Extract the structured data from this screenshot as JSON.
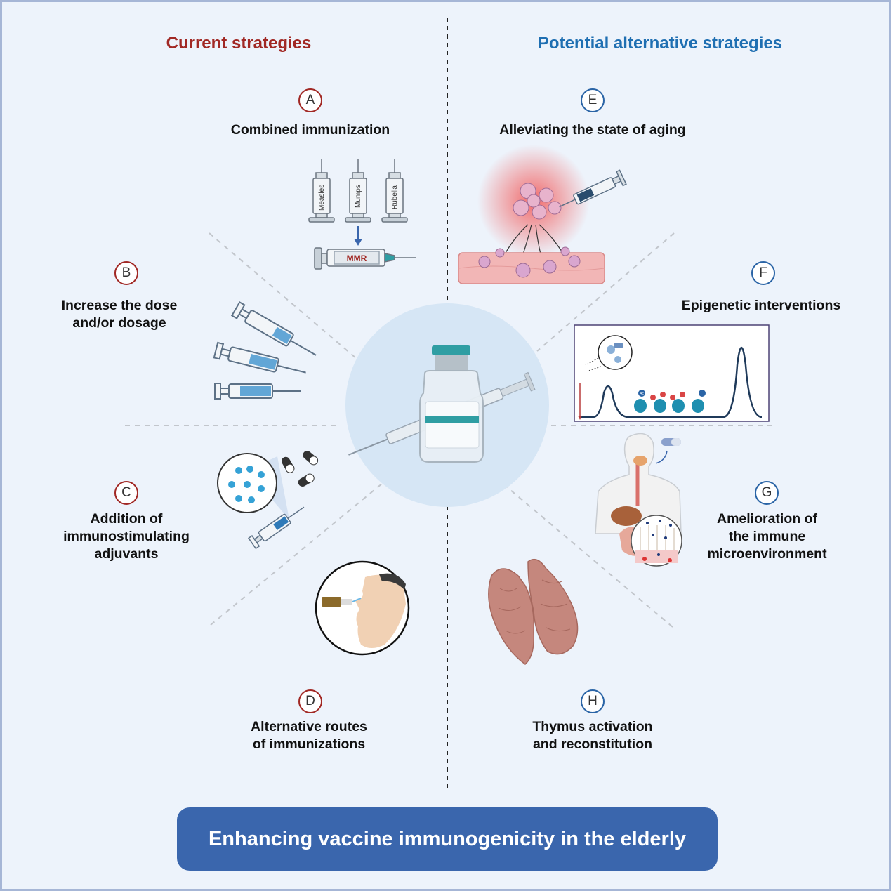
{
  "title": "Enhancing vaccine immunogenicity in the elderly",
  "headers": {
    "current": "Current strategies",
    "alternative": "Potential alternative strategies"
  },
  "strategies": {
    "A": {
      "letter": "A",
      "label_lines": [
        "Combined immunization"
      ]
    },
    "B": {
      "letter": "B",
      "label_lines": [
        "Increase the dose",
        "and/or dosage"
      ]
    },
    "C": {
      "letter": "C",
      "label_lines": [
        "Addition of",
        "immunostimulating",
        "adjuvants"
      ]
    },
    "D": {
      "letter": "D",
      "label_lines": [
        "Alternative routes",
        "of immunizations"
      ]
    },
    "E": {
      "letter": "E",
      "label_lines": [
        "Alleviating the state of aging"
      ]
    },
    "F": {
      "letter": "F",
      "label_lines": [
        "Epigenetic interventions"
      ]
    },
    "G": {
      "letter": "G",
      "label_lines": [
        "Amelioration of",
        "the immune",
        "microenvironment"
      ]
    },
    "H": {
      "letter": "H",
      "label_lines": [
        "Thymus activation",
        "and reconstitution"
      ]
    }
  },
  "syringe_labels": [
    "Measles",
    "Mumps",
    "Rubella"
  ],
  "combined_label": "MMR",
  "histone_mark": "Ac",
  "colors": {
    "current_header": "#a12824",
    "alternative_header": "#1f6fb2",
    "banner": "#3a66ad",
    "background": "#edf3fb"
  }
}
